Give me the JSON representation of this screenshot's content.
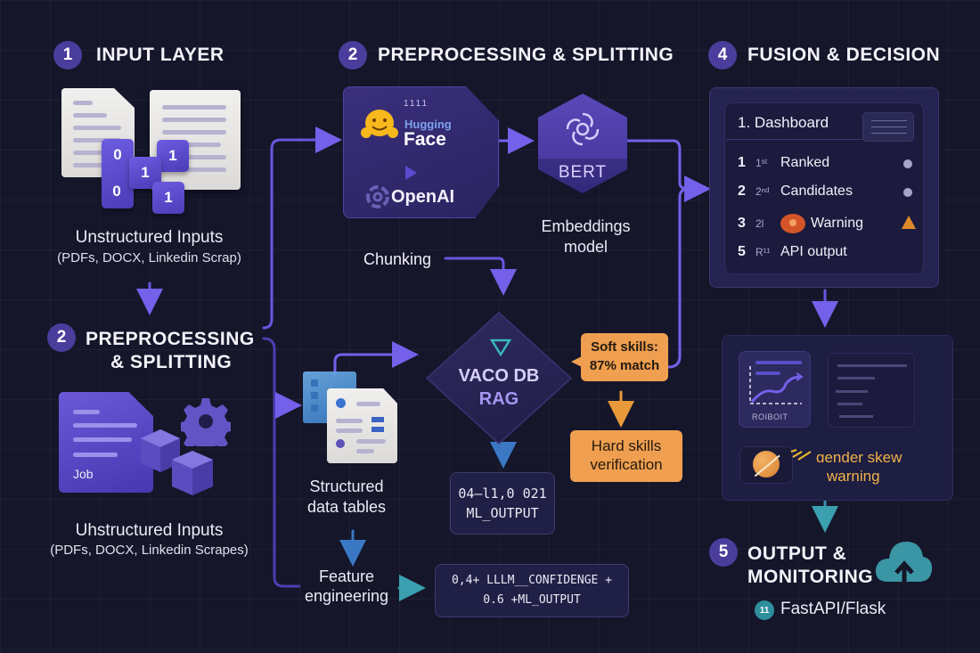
{
  "sections": {
    "input_layer": {
      "badge": "1",
      "title": "INPUT LAYER"
    },
    "preprocessing_top": {
      "badge": "2",
      "title": "PREPROCESSING & SPLITTING"
    },
    "preprocessing_left": {
      "badge": "2",
      "title_line1": "PREPROCESSING",
      "title_line2": "& SPLITTING"
    },
    "fusion": {
      "badge": "4",
      "title": "FUSION & DECISION"
    },
    "output": {
      "badge": "5",
      "title_line1": "OUTPUT &",
      "title_line2": "MONITORING"
    }
  },
  "input_layer": {
    "bits": [
      "0",
      "1",
      "1",
      "0",
      "1"
    ],
    "caption_main": "Unstructured Inputs",
    "caption_sub": "(PDFs, DOCX, Linkedin Scrap)"
  },
  "preprocessing_left": {
    "doc_label": "Job",
    "caption_main": "Uhstructured Inputs",
    "caption_sub": "(PDFs, DOCX, Linkedin Scrapes)"
  },
  "models": {
    "tick_label": "1111",
    "huggingface_line1": "Hugging",
    "huggingface_line2": "Face",
    "openai": "OpenAI",
    "bert": "BERT",
    "embeddings_caption_line1": "Embeddings",
    "embeddings_caption_line2": "model"
  },
  "flow": {
    "chunking": "Chunking",
    "vector_db_line1": "VACO DB",
    "vector_db_line2": "RAG",
    "soft_skills_line1": "Soft skills:",
    "soft_skills_line2": "87% match",
    "hard_skills_line1": "Hard skills",
    "hard_skills_line2": "verification",
    "ml_output_line1": "04–l1,0  021",
    "ml_output_line2": "ML_OUTPUT",
    "structured_line1": "Structured",
    "structured_line2": "data tables",
    "feature_line1": "Feature",
    "feature_line2": "engineering",
    "formula_line1": "0,4+ LLLM__CONFIDENGE +",
    "formula_line2": "0.6 +ML_OUTPUT"
  },
  "dashboard": {
    "title": "1. Dashboard",
    "rows": [
      {
        "num": "1",
        "sup": "1ˢᵗ",
        "label": "Ranked",
        "status": "dot"
      },
      {
        "num": "2",
        "sup": "2ⁿᵈ",
        "label": "Candidates",
        "status": "dot"
      },
      {
        "num": "3",
        "sup": "2l",
        "label": "Warning",
        "status": "warning"
      },
      {
        "num": "5",
        "sup": "R¹¹",
        "label": "API output",
        "status": "none"
      }
    ]
  },
  "monitoring": {
    "chart_label": "ROIBOIT",
    "warning_line1": "ɑender skew",
    "warning_line2": "warning"
  },
  "output": {
    "api_badge": "11",
    "api_label": "FastAPI/Flask"
  },
  "colors": {
    "background": "#15162a",
    "accent_purple": "#6a55e0",
    "badge": "#4a3d9c",
    "orange": "#ef9f4f",
    "teal": "#3aa0b0",
    "warning_text": "#f0b34a"
  }
}
